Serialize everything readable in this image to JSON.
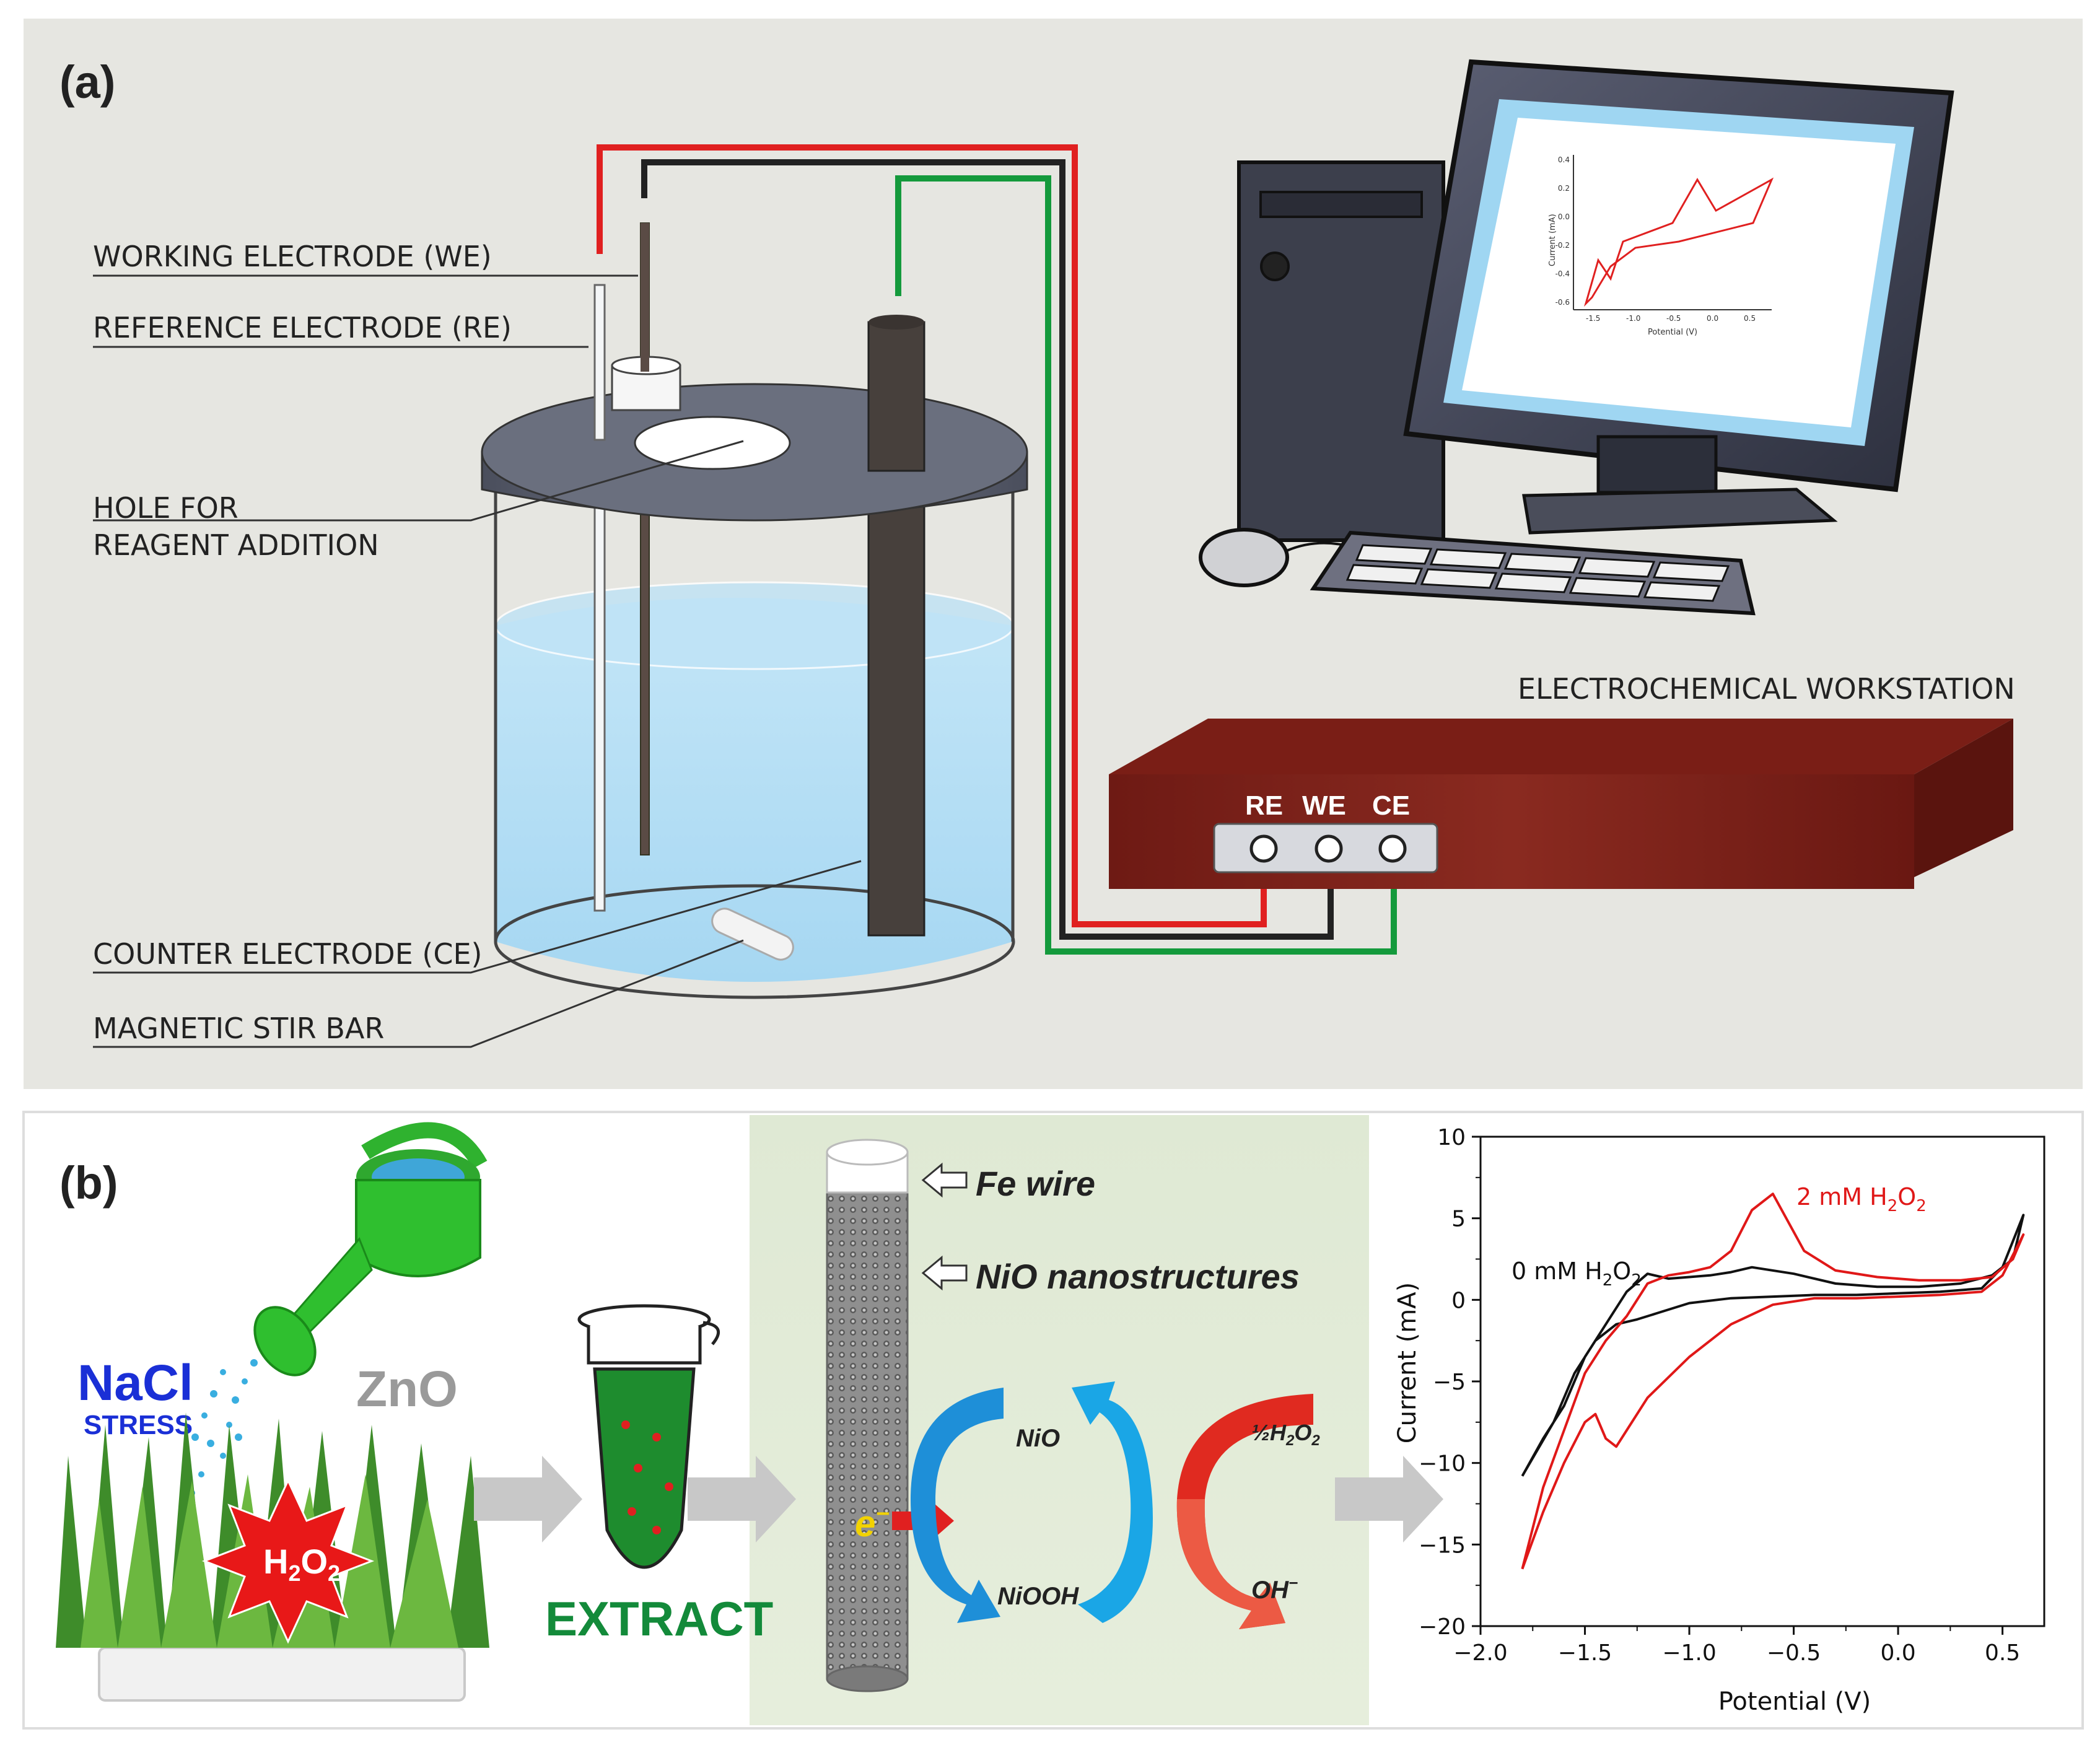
{
  "panel_a": {
    "label": "(a)",
    "callouts": {
      "we": "WORKING ELECTRODE (WE)",
      "re": "REFERENCE ELECTRODE (RE)",
      "hole_1": "HOLE FOR",
      "hole_2": "REAGENT ADDITION",
      "ce": "COUNTER ELECTRODE (CE)",
      "stir": "MAGNETIC STIR BAR"
    },
    "workstation_label": "ELECTROCHEMICAL WORKSTATION",
    "ports": [
      "RE",
      "WE",
      "CE"
    ],
    "wire_colors": {
      "re": "#e02020",
      "we": "#222222",
      "ce": "#149a3c"
    },
    "monitor_chart": {
      "xlabel": "Potential (V)",
      "ylabel": "Current (mA)",
      "xticks": [
        "-1.5",
        "-1.0",
        "-0.5",
        "0.0",
        "0.5"
      ],
      "yticks": [
        "0.4",
        "0.2",
        "0.0",
        "-0.2",
        "-0.4",
        "-0.6"
      ]
    }
  },
  "panel_b": {
    "label": "(b)",
    "nacl": "NaCl",
    "stress": "STRESS",
    "zno": "ZnO",
    "h2o2_main": "H",
    "h2o2_sub1": "2",
    "h2o2_o": "O",
    "h2o2_sub2": "2",
    "extract": "EXTRACT",
    "fe_wire": "Fe wire",
    "nio_nano": "NiO nanostructures",
    "electron": "e",
    "electron_sup": "−",
    "mech": {
      "nio": "NiO",
      "niooh": "NiOOH",
      "half_h2o2": "½H",
      "half_sub": "2",
      "half_o": "O",
      "half_sub2": "2",
      "oh": "OH",
      "oh_sup": "−"
    },
    "colors": {
      "nacl": "#1a2fd6",
      "extract": "#138a3a",
      "blue_arrow": "#1e8fd8",
      "red_arrow": "#e02a20"
    }
  },
  "chart_data": {
    "type": "line",
    "xlabel": "Potential (V)",
    "ylabel": "Current (mA)",
    "xlim": [
      -2.0,
      0.7
    ],
    "ylim": [
      -20,
      10
    ],
    "xticks": [
      "−2.0",
      "−1.5",
      "−1.0",
      "−0.5",
      "0.0",
      "0.5"
    ],
    "yticks": [
      "10",
      "5",
      "0",
      "−5",
      "−10",
      "−15",
      "−20"
    ],
    "series": [
      {
        "name": "0 mM H2O2",
        "label_main": "0 mM H",
        "label_sub": "2",
        "label_o": "O",
        "label_sub2": "2",
        "color": "#111111",
        "x": [
          -1.8,
          -1.65,
          -1.55,
          -1.45,
          -1.35,
          -1.25,
          -1.15,
          -1.0,
          -0.8,
          -0.6,
          -0.4,
          -0.2,
          0.0,
          0.2,
          0.4,
          0.5,
          0.6,
          0.55,
          0.45,
          0.3,
          0.1,
          -0.1,
          -0.3,
          -0.5,
          -0.7,
          -0.8,
          -0.9,
          -1.0,
          -1.1,
          -1.2,
          -1.3,
          -1.4,
          -1.5,
          -1.6,
          -1.7,
          -1.8
        ],
        "y": [
          -10.8,
          -7.5,
          -4.5,
          -2.5,
          -1.5,
          -1.2,
          -0.8,
          -0.2,
          0.1,
          0.2,
          0.3,
          0.3,
          0.4,
          0.5,
          0.7,
          2.0,
          5.2,
          2.5,
          1.5,
          1.0,
          0.8,
          0.8,
          1.0,
          1.6,
          2.0,
          1.7,
          1.5,
          1.4,
          1.3,
          1.6,
          0.5,
          -1.5,
          -3.5,
          -6.5,
          -8.5,
          -10.8
        ]
      },
      {
        "name": "2 mM H2O2",
        "label_main": "2 mM H",
        "label_sub": "2",
        "label_o": "O",
        "label_sub2": "2",
        "color": "#e01818",
        "x": [
          -1.8,
          -1.7,
          -1.6,
          -1.5,
          -1.45,
          -1.4,
          -1.35,
          -1.3,
          -1.2,
          -1.0,
          -0.8,
          -0.6,
          -0.4,
          -0.2,
          0.0,
          0.2,
          0.4,
          0.5,
          0.6,
          0.55,
          0.45,
          0.3,
          0.1,
          -0.1,
          -0.3,
          -0.45,
          -0.6,
          -0.7,
          -0.8,
          -0.9,
          -1.0,
          -1.1,
          -1.2,
          -1.3,
          -1.4,
          -1.5,
          -1.6,
          -1.7,
          -1.8
        ],
        "y": [
          -16.5,
          -13,
          -10,
          -7.5,
          -7,
          -8.5,
          -9,
          -8,
          -6,
          -3.5,
          -1.5,
          -0.3,
          0.1,
          0.1,
          0.2,
          0.3,
          0.5,
          1.5,
          4.0,
          2.5,
          1.4,
          1.2,
          1.2,
          1.4,
          1.8,
          3.0,
          6.5,
          5.5,
          3.0,
          2.0,
          1.7,
          1.5,
          1.0,
          -1.0,
          -2.5,
          -4.5,
          -8.0,
          -11.5,
          -16.5
        ]
      }
    ]
  }
}
